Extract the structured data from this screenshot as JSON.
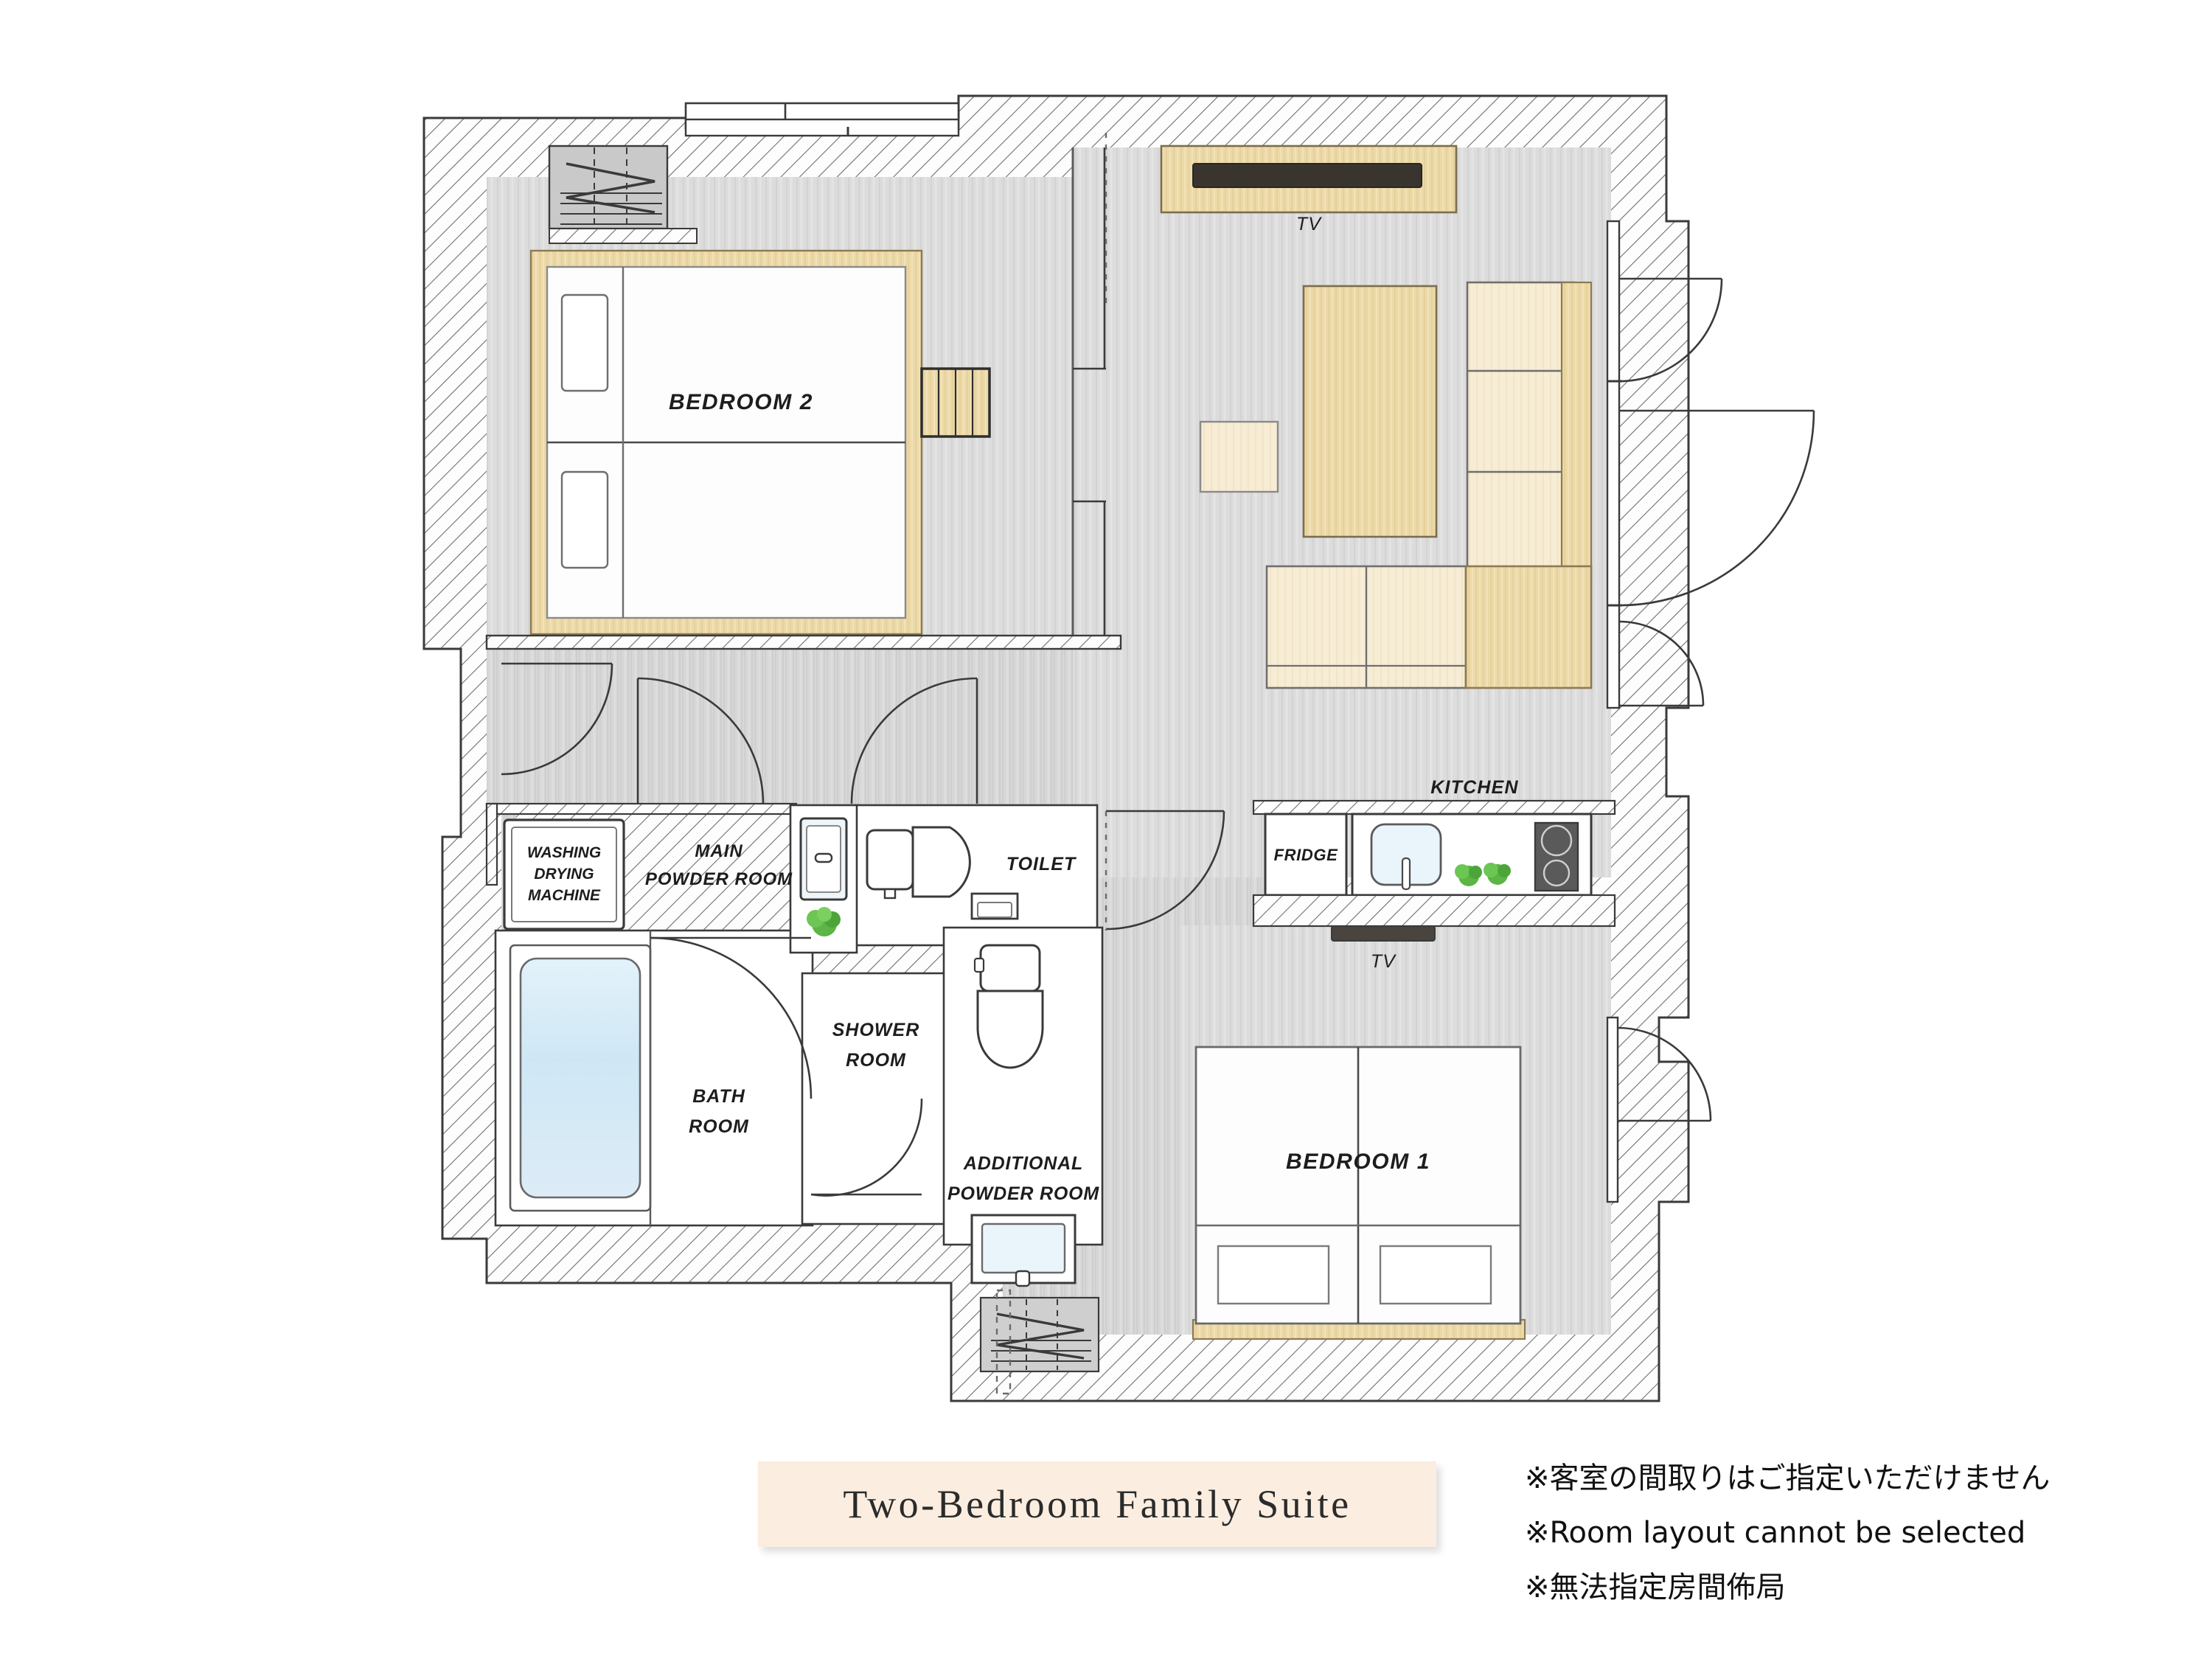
{
  "banner": {
    "title": "Two-Bedroom Family Suite"
  },
  "notes": [
    "※客室の間取りはご指定いただけません",
    "※Room layout cannot be selected",
    "※無法指定房間佈局"
  ],
  "rooms": {
    "bedroom2": "BEDROOM 2",
    "bedroom1": "BEDROOM 1",
    "main_powder_room_line1": "MAIN",
    "main_powder_room_line2": "POWDER ROOM",
    "washing_machine_line1": "WASHING",
    "washing_machine_line2": "DRYING",
    "washing_machine_line3": "MACHINE",
    "bath_room_line1": "BATH",
    "bath_room_line2": "ROOM",
    "shower_room_line1": "SHOWER",
    "shower_room_line2": "ROOM",
    "toilet": "TOILET",
    "additional_powder_line1": "ADDITIONAL",
    "additional_powder_line2": "POWDER ROOM",
    "kitchen": "KITCHEN",
    "fridge": "FRIDGE",
    "tv_living": "TV",
    "tv_bedroom": "TV"
  },
  "colors": {
    "wall_stroke": "#3a3a3a",
    "wood": "#ecd9a8",
    "wood_light": "#f7ecd4",
    "floor_gray": "#d4d4d4",
    "floor_gray_light": "#dcdcdc",
    "tub_water": "#d6eaf5",
    "banner_bg": "#fbeee0",
    "plant_green": "#5cb544",
    "tv_black": "#3a342e"
  }
}
